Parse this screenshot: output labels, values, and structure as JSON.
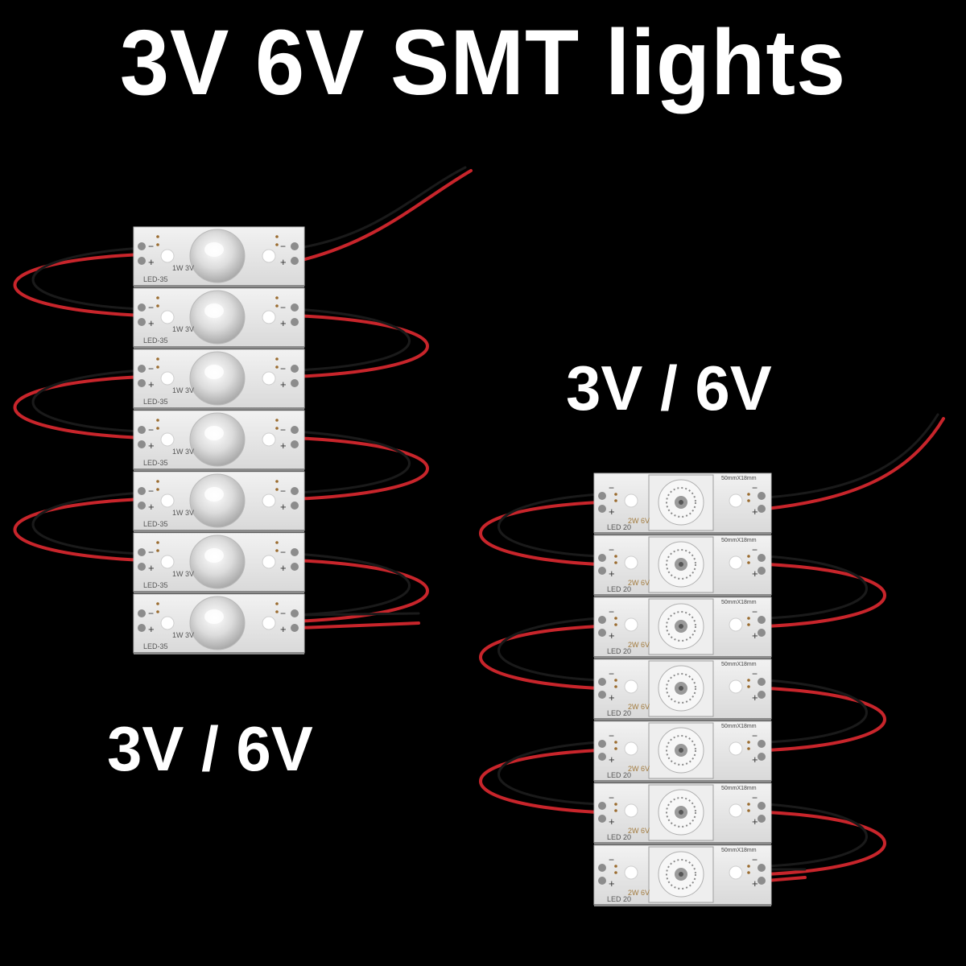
{
  "headline": "3V 6V  SMT lights",
  "voltage_tag_right": "3V / 6V",
  "voltage_tag_left": "3V / 6V",
  "strip_3v": {
    "board_model": "LED-35",
    "rating": "1W 3V",
    "minus_mark": "−",
    "plus_mark": "+"
  },
  "strip_6v": {
    "board_model": "LED 20",
    "rating": "2W 6V",
    "lens_size": "50mmX18mm",
    "minus_mark": "−",
    "plus_mark": "+"
  },
  "colors": {
    "background": "#000000",
    "board": "#e9e9e9",
    "wire_red": "#c8252b",
    "wire_black": "#1a1a1a",
    "text": "#ffffff"
  }
}
